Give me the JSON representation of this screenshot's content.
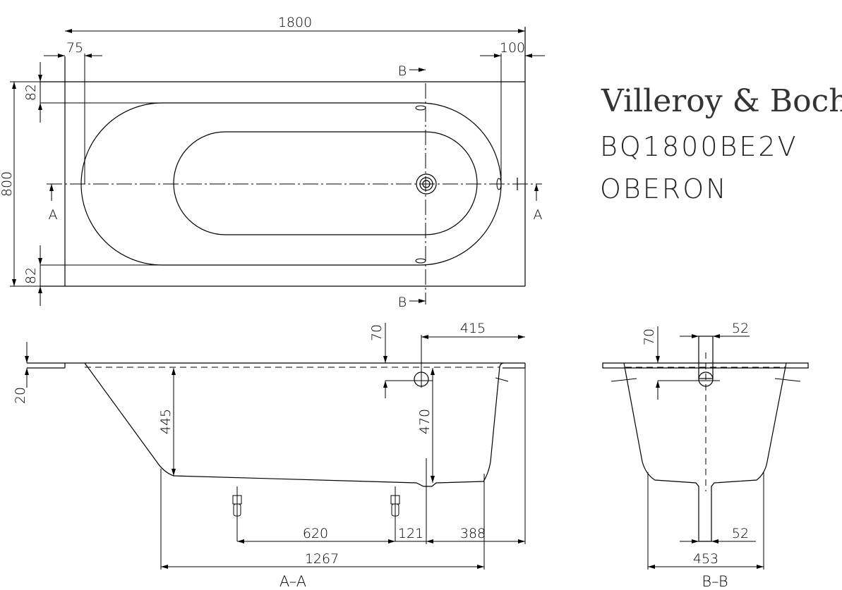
{
  "brand": {
    "name": "Villeroy & Boch",
    "model_code": "BQ1800BE2V",
    "model_name": "OBERON"
  },
  "plan_view": {
    "length": "1800",
    "width": "800",
    "left_offset": "75",
    "right_offset": "100",
    "top_rim": "82",
    "bottom_rim": "82",
    "section_a_left": "A",
    "section_a_right": "A",
    "section_b_top": "B",
    "section_b_bottom": "B"
  },
  "section_aa": {
    "title": "A–A",
    "rim": "20",
    "depth_left": "445",
    "depth_drain": "470",
    "overflow_height": "70",
    "overflow_from_end": "415",
    "leg_spacing": "620",
    "leg_to_drain": "121",
    "drain_to_end": "388",
    "base_length": "1267"
  },
  "section_bb": {
    "title": "B–B",
    "overflow_height": "70",
    "overflow_pipe": "52",
    "drain_pipe": "52",
    "base_width": "453"
  }
}
